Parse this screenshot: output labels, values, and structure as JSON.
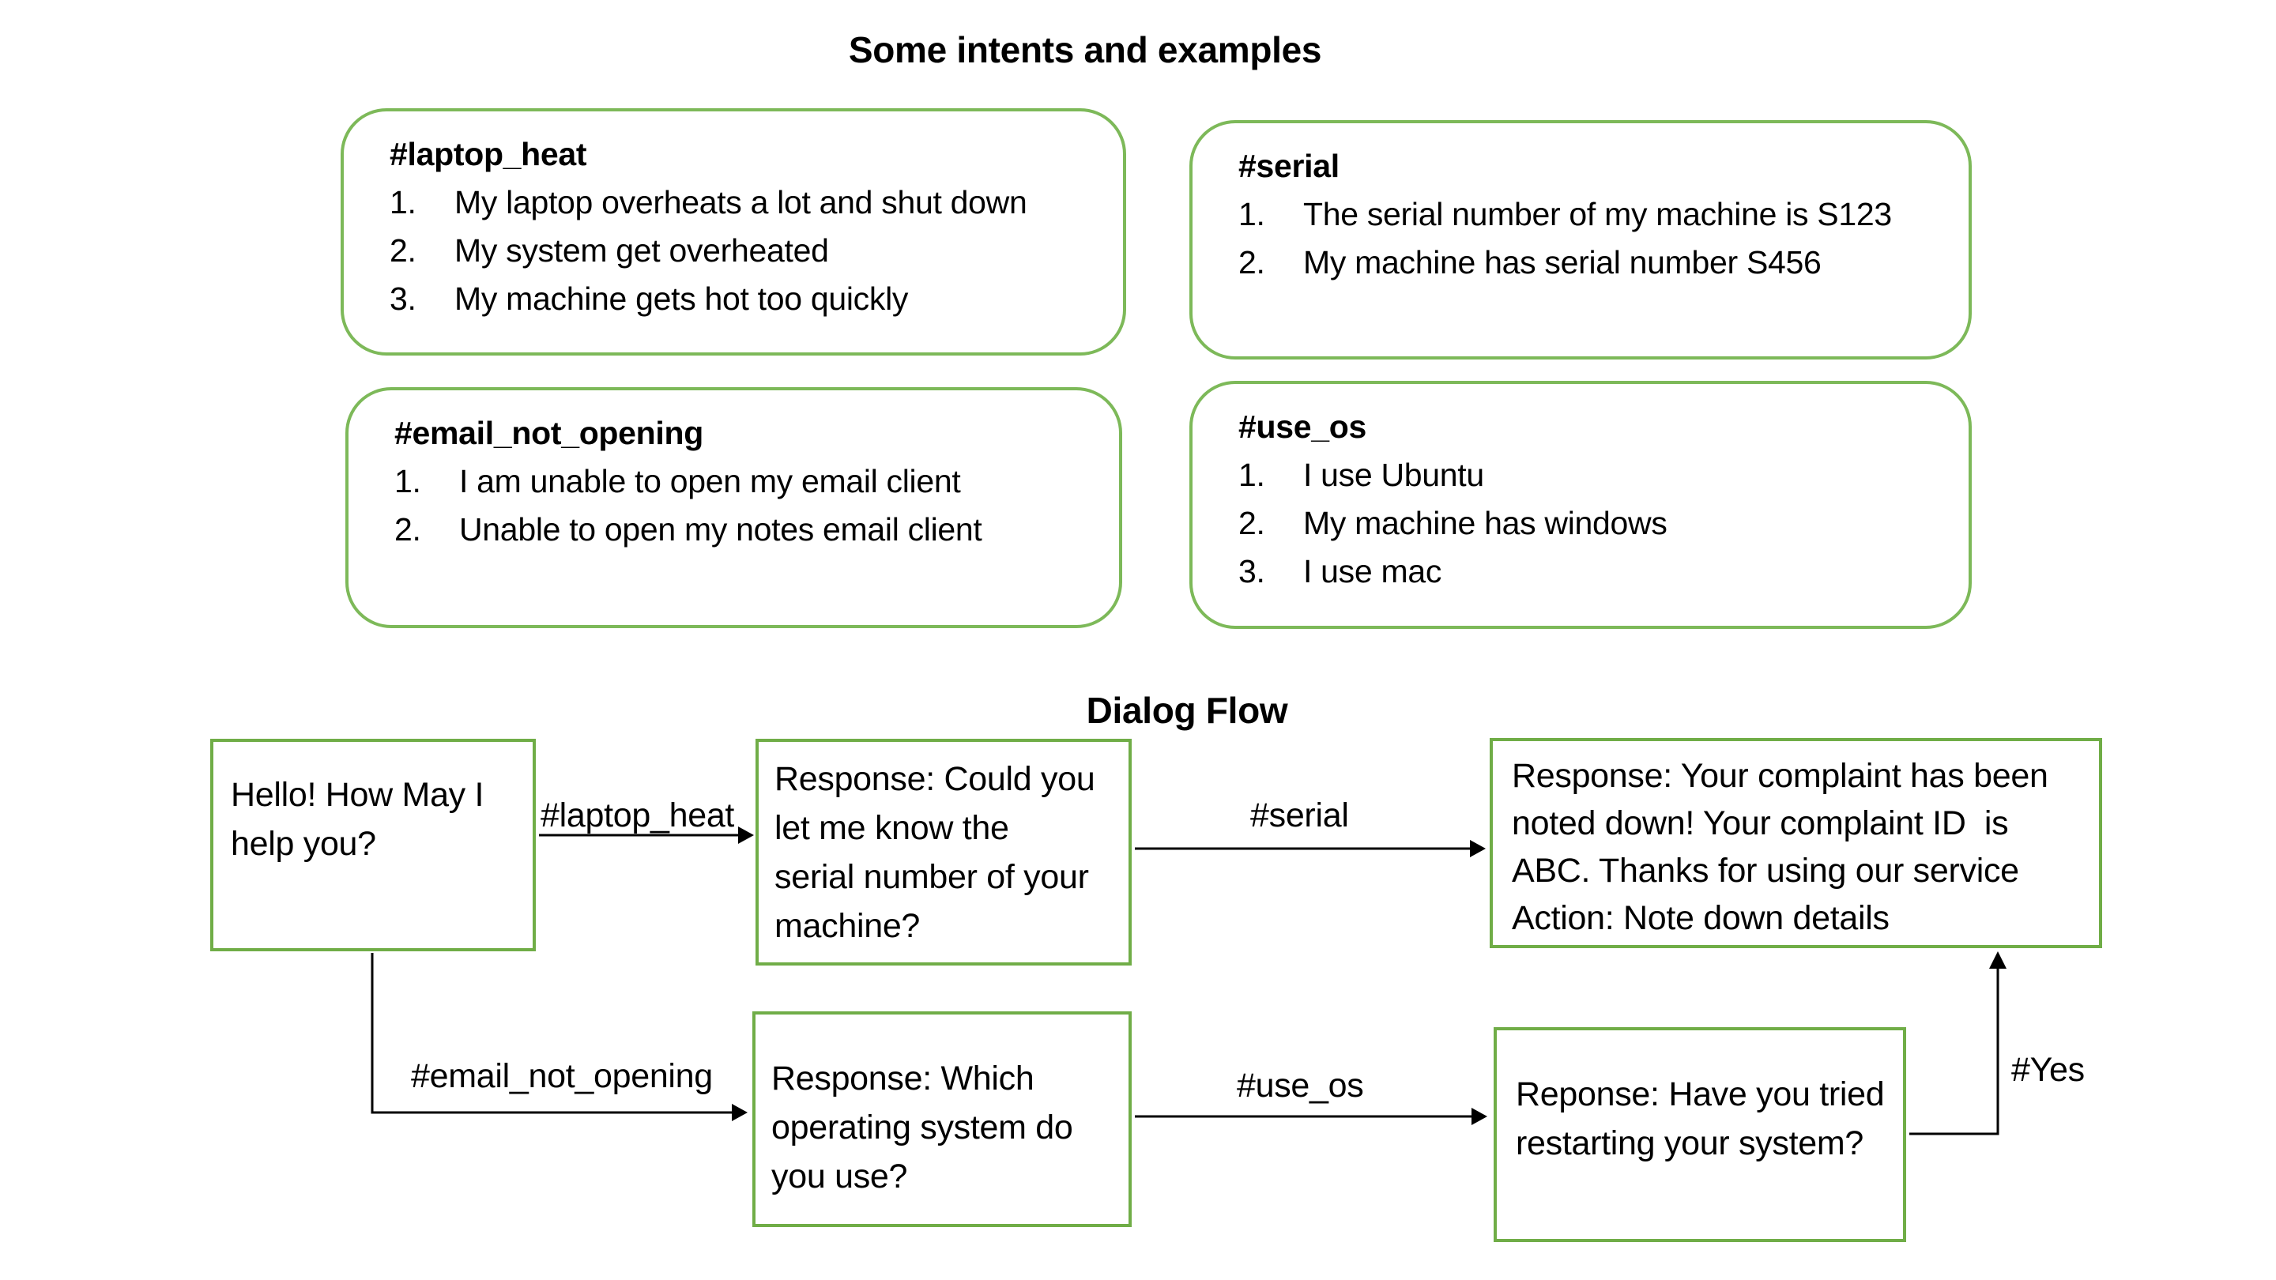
{
  "page": {
    "intents_title": "Some intents and examples",
    "flow_title": "Dialog Flow"
  },
  "colors": {
    "intent_box_border": "#7db959",
    "flow_box_border": "#70ad47",
    "arrow": "#000000",
    "text": "#000000",
    "background": "#ffffff"
  },
  "intents": [
    {
      "name": "#laptop_heat",
      "examples": [
        "My laptop overheats a lot and shut down",
        "My system get overheated",
        "My machine gets hot too quickly"
      ]
    },
    {
      "name": "#serial",
      "examples": [
        "The serial number of my machine is S123",
        "My machine has serial number S456"
      ]
    },
    {
      "name": "#email_not_opening",
      "examples": [
        "I am unable to open my email client",
        "Unable to open my notes email client"
      ]
    },
    {
      "name": "#use_os",
      "examples": [
        "I use Ubuntu",
        "My machine has windows",
        "I use mac"
      ]
    }
  ],
  "flow": {
    "nodes": [
      {
        "id": "greeting",
        "lines": [
          "Hello! How May I",
          "help you?"
        ],
        "text": "Hello! How May I help you?"
      },
      {
        "id": "ask_serial",
        "lines": [
          "Response: Could you",
          "let me know the",
          "serial number of your",
          "machine?"
        ],
        "text": "Response: Could you let me know the serial number of your machine?"
      },
      {
        "id": "complaint_noted",
        "lines": [
          "Response: Your complaint has been",
          "noted down! Your complaint ID  is",
          "ABC. Thanks for using our service",
          "Action: Note down details"
        ],
        "text": "Response: Your complaint has been noted down! Your complaint ID  is ABC. Thanks for using our service Action: Note down details"
      },
      {
        "id": "ask_os",
        "lines": [
          "Response: Which",
          "operating system do",
          "you use?"
        ],
        "text": "Response: Which operating system do you use?"
      },
      {
        "id": "restart",
        "lines": [
          "Reponse: Have you tried",
          "restarting your system?"
        ],
        "text": "Reponse: Have you tried restarting your system?"
      }
    ],
    "edges": [
      {
        "from": "greeting",
        "to": "ask_serial",
        "label": "#laptop_heat"
      },
      {
        "from": "ask_serial",
        "to": "complaint_noted",
        "label": "#serial"
      },
      {
        "from": "greeting",
        "to": "ask_os",
        "label": "#email_not_opening"
      },
      {
        "from": "ask_os",
        "to": "restart",
        "label": "#use_os"
      },
      {
        "from": "restart",
        "to": "complaint_noted",
        "label": "#Yes"
      }
    ]
  }
}
